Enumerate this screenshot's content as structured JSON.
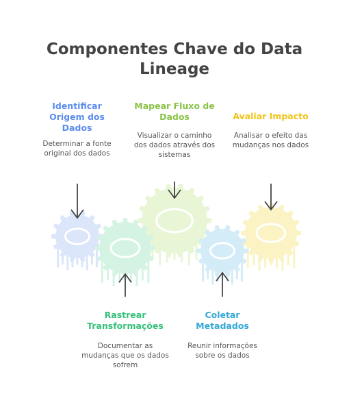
{
  "title": "Componentes Chave do Data Lineage",
  "steps": [
    {
      "title": "Identificar Origem dos Dados",
      "description": "Determinar a fonte original dos dados",
      "color": "#5b8def"
    },
    {
      "title": "Mapear Fluxo de Dados",
      "description": "Visualizar o caminho dos dados através dos sistemas",
      "color": "#8bc34a"
    },
    {
      "title": "Avaliar Impacto",
      "description": "Analisar o efeito das mudanças nos dados",
      "color": "#f0c419"
    },
    {
      "title": "Rastrear Transformações",
      "description": "Documentar as mudanças que os dados sofrem",
      "color": "#35c07a"
    },
    {
      "title": "Coletar Metadados",
      "description": "Reunir informações sobre os dados",
      "color": "#35a7d6"
    }
  ],
  "gear_colors": {
    "gear_1": "#dbe6fb",
    "gear_2": "#e9f6d6",
    "gear_3": "#fbf3c4",
    "gear_4": "#d5f3e3",
    "gear_5": "#d3ecf7"
  }
}
